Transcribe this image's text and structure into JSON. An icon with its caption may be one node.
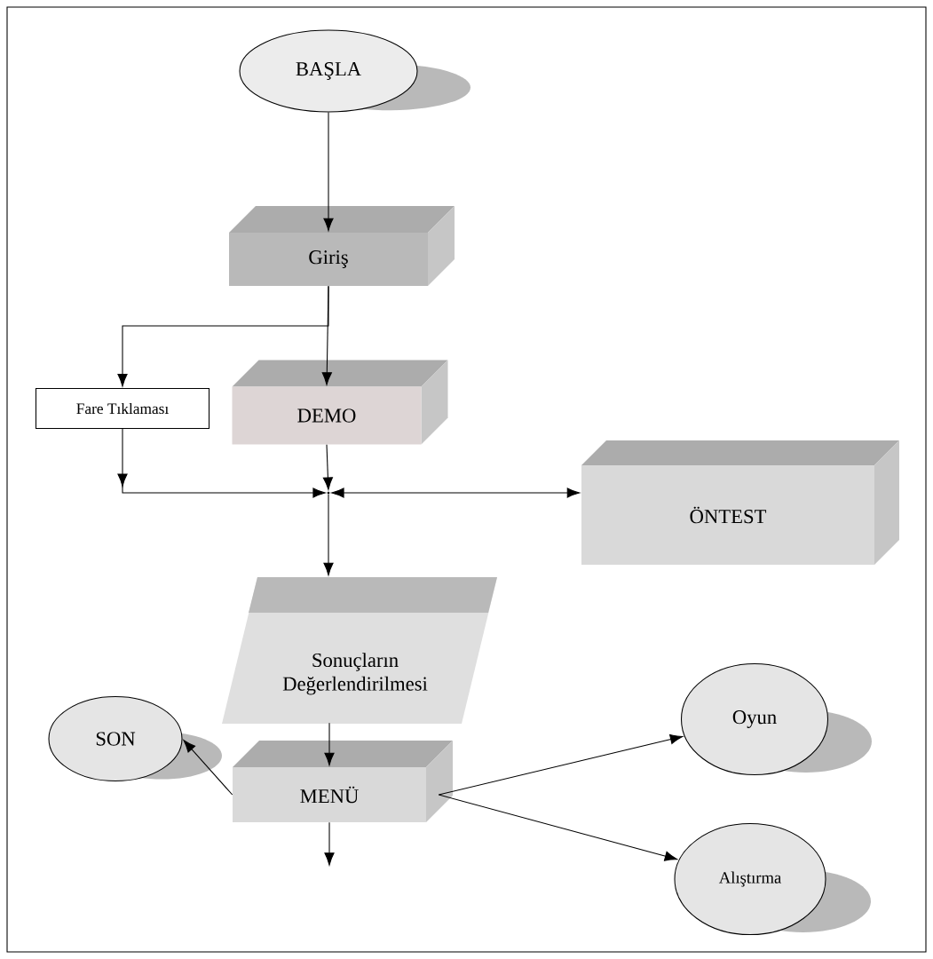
{
  "diagram": {
    "nodes": [
      {
        "text": [
          "BAŞLA"
        ]
      },
      {
        "text": [
          "Giriş"
        ]
      },
      {
        "text": [
          "Fare Tıklaması"
        ]
      },
      {
        "text": [
          "DEMO"
        ]
      },
      {
        "text": [],
        "shape": "point"
      },
      {
        "text": [
          "ÖNTEST"
        ]
      },
      {
        "text": [
          "Sonuçların Değerlendirilmesi"
        ]
      },
      {
        "text": [
          "MENÜ"
        ]
      },
      {
        "text": [
          "SON"
        ]
      },
      {
        "text": [
          "Oyun"
        ]
      },
      {
        "text": [
          "Alıştırma"
        ]
      }
    ],
    "edges": [
      {
        "from": 0,
        "to": 1,
        "arrow": "to"
      },
      {
        "from": 1,
        "to": 3,
        "arrow": "to"
      },
      {
        "from": 1,
        "to": 2,
        "arrow": "to"
      },
      {
        "from": 2,
        "to": 4,
        "arrow": "to"
      },
      {
        "from": 3,
        "to": 4,
        "arrow": "to"
      },
      {
        "from": 4,
        "to": 5,
        "arrow": "both"
      },
      {
        "from": 4,
        "to": 6,
        "arrow": "to"
      },
      {
        "from": 6,
        "to": 7,
        "arrow": "to"
      },
      {
        "from": 7,
        "to": 8,
        "arrow": "to"
      },
      {
        "from": 7,
        "to": 9,
        "arrow": "to"
      },
      {
        "from": 7,
        "to": 10,
        "arrow": "to"
      },
      {
        "from": 7,
        "to": null,
        "arrow": "to"
      }
    ]
  }
}
